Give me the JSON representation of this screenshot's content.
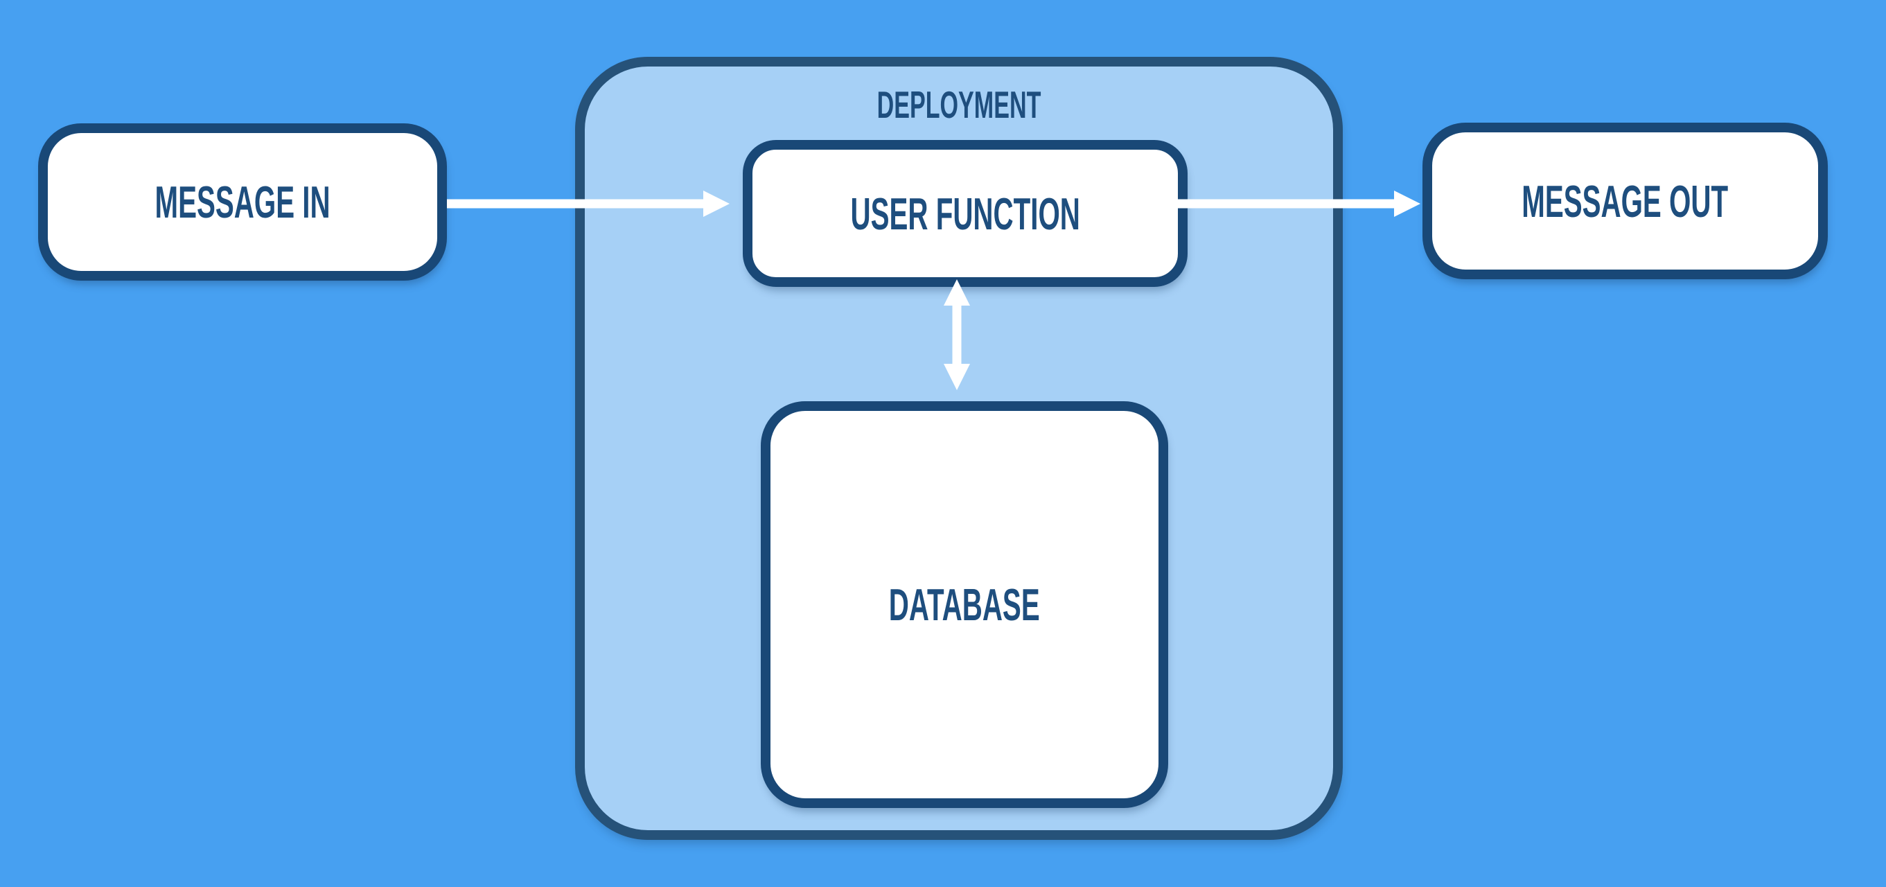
{
  "diagram": {
    "nodes": {
      "message_in": {
        "label": "MESSAGE IN"
      },
      "user_function": {
        "label": "USER FUNCTION"
      },
      "database": {
        "label": "DATABASE"
      },
      "message_out": {
        "label": "MESSAGE OUT"
      }
    },
    "groups": {
      "deployment": {
        "label": "DEPLOYMENT",
        "contains": [
          "user_function",
          "database"
        ]
      }
    },
    "edges": [
      {
        "from": "message_in",
        "to": "user_function",
        "arrow": "single"
      },
      {
        "from": "user_function",
        "to": "message_out",
        "arrow": "single"
      },
      {
        "from": "user_function",
        "to": "database",
        "arrow": "double"
      }
    ],
    "colors": {
      "background": "#47A0F1",
      "container_fill": "#A6D0F6",
      "container_border": "#265279",
      "node_fill": "#FFFFFF",
      "node_border": "#194877",
      "label_text": "#1E4E7E",
      "arrow": "#FFFFFF"
    }
  }
}
